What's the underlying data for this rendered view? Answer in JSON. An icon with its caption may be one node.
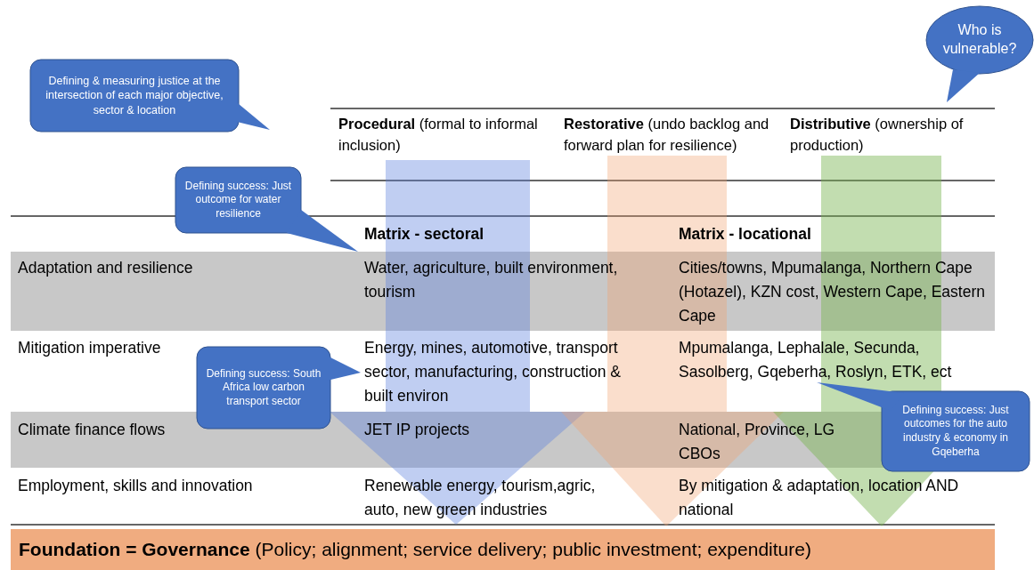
{
  "diagram": {
    "nodes": [
      {
        "text": [
          "Defining & measuring justice at the intersection of each major objective, sector & location"
        ]
      },
      {
        "text": [
          "Who is vulnerable?"
        ]
      },
      {
        "text": [
          "Defining success: Just outcome for water resilience"
        ]
      },
      {
        "text": [
          "Defining success: South Africa low carbon transport sector"
        ]
      },
      {
        "text": [
          "Defining success: Just outcomes for the auto industry & economy in Gqeberha"
        ]
      },
      {
        "text": [
          "**Foundation = Governance** (Policy; alignment; service delivery; public investment; expenditure)"
        ]
      }
    ],
    "labels": [
      "**Procedural** (formal to informal inclusion)",
      "**Restorative** (undo backlog and forward plan for resilience)",
      "**Distributive** (ownership of production)",
      "Matrix - sectoral",
      "Matrix - locational",
      "Adaptation and resilience",
      "Water, agriculture, built environment, tourism",
      "Cities/towns, Mpumalanga, Northern Cape (Hotazel), KZN cost, Western Cape, Eastern Cape",
      "Mitigation imperative",
      "Energy, mines, automotive, transport sector, manufacturing, construction & built environ",
      "Mpumalanga, Lephalale, Secunda, Sasolberg, Gqeberha, Roslyn, ETK, ect",
      "Climate finance flows",
      "JET IP projects",
      "National, Province, LG CBOs",
      "Employment, skills and innovation",
      "Renewable energy, tourism,agric, auto, new green industries",
      "By mitigation & adaptation, location AND national"
    ]
  }
}
